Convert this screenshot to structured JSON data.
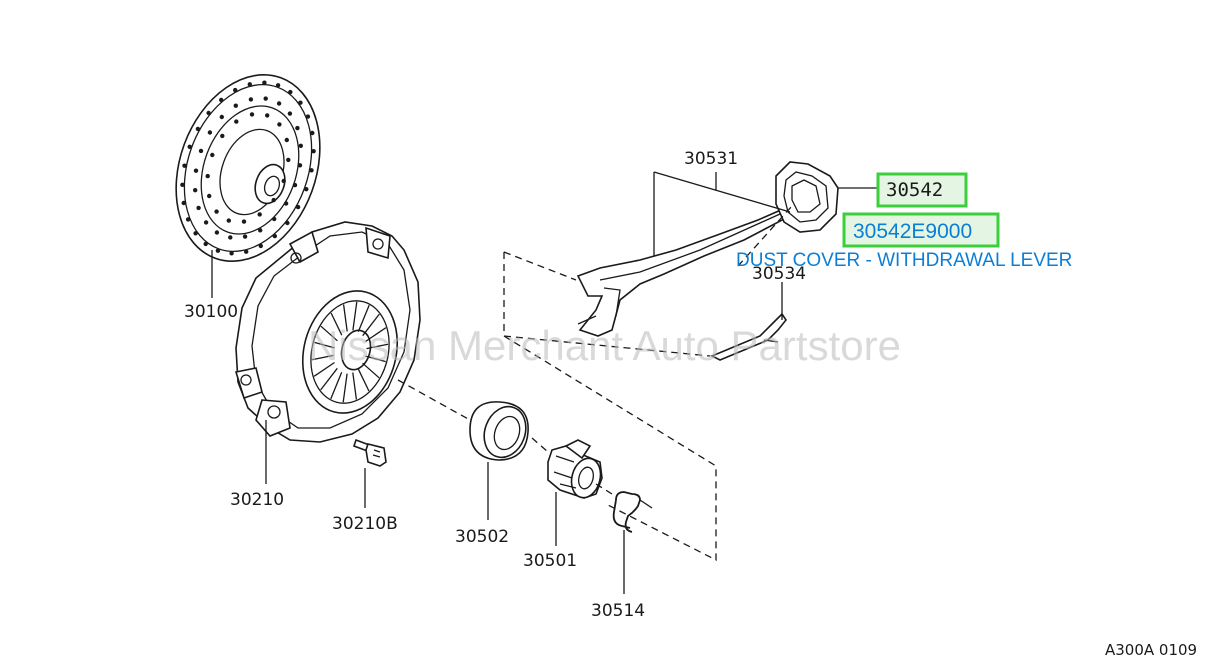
{
  "diagram": {
    "part_labels": {
      "p30100": "30100",
      "p30210": "30210",
      "p30210b": "30210B",
      "p30502": "30502",
      "p30501": "30501",
      "p30514": "30514",
      "p30531": "30531",
      "p30534": "30534"
    },
    "highlighted_part": "30542",
    "part_number": "30542E9000",
    "part_description": "DUST COVER - WITHDRAWAL LEVER",
    "figure_code": "A300A 0109",
    "watermark": "Nissan Merchant Auto Partstore",
    "colors": {
      "highlight_border": "#3ccf3c",
      "highlight_fill": "#e4f5e4",
      "part_number_text": "#0b7fd6",
      "line_art": "#1a1a1a"
    }
  }
}
